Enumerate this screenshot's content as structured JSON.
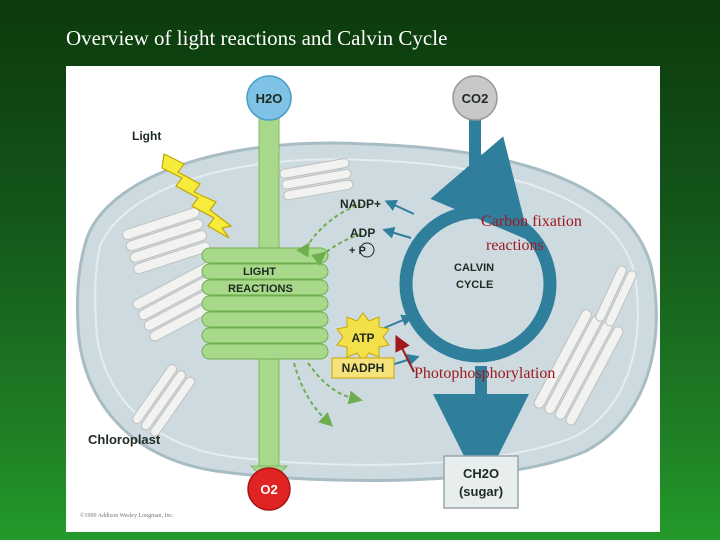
{
  "slide": {
    "title": "Overview of light reactions and Calvin Cycle"
  },
  "diagram": {
    "inputs": {
      "water": "H2O",
      "carbon_dioxide": "CO2",
      "light": "Light"
    },
    "outputs": {
      "oxygen": "O2",
      "sugar_formula": "CH2O",
      "sugar_name": "(sugar)"
    },
    "light_reactions": {
      "line1": "LIGHT",
      "line2": "REACTIONS"
    },
    "calvin_cycle": {
      "line1": "CALVIN",
      "line2": "CYCLE"
    },
    "molecules": {
      "nadp": "NADP+",
      "adp": "ADP",
      "pi": "+ P",
      "atp": "ATP",
      "nadph": "NADPH"
    },
    "organelle_label": "Chloroplast",
    "copyright": "©1999 Addison Wesley Longman, Inc."
  },
  "annotations": {
    "carbon_fixation_line1": "Carbon fixation",
    "carbon_fixation_line2": "reactions",
    "photophosphorylation": "Photophosphorylation"
  },
  "colors": {
    "background_green": "#1a6b1f",
    "membrane_fill": "#cddbe0",
    "light_reactions_green": "#a8d88a",
    "cycle_blue": "#2f7e9c",
    "atp_yellow": "#f4e04a",
    "nadph_box": "#f6e27a",
    "o2_red": "#e02424",
    "annotation_red": "#a1181f"
  }
}
